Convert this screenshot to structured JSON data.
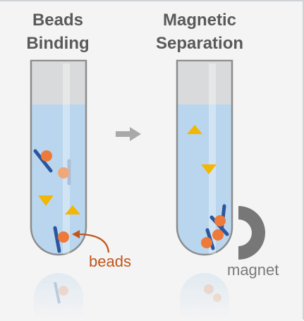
{
  "panels": {
    "left": {
      "title": "Beads\nBinding"
    },
    "right": {
      "title": "Magnetic\nSeparation"
    }
  },
  "labels": {
    "beads": "beads",
    "magnet": "magnet"
  },
  "colors": {
    "title_text": "#5a5a5a",
    "liquid": "#b9d6ee",
    "tube_cap": "#d8d9da",
    "bead_orange": "#ee7a3a",
    "rod_blue": "#2d559e",
    "triangle_yellow": "#f2b705",
    "magnet_gray": "#777777",
    "arrow_gray": "#a9a9a9",
    "beads_label": "#c0561a"
  }
}
